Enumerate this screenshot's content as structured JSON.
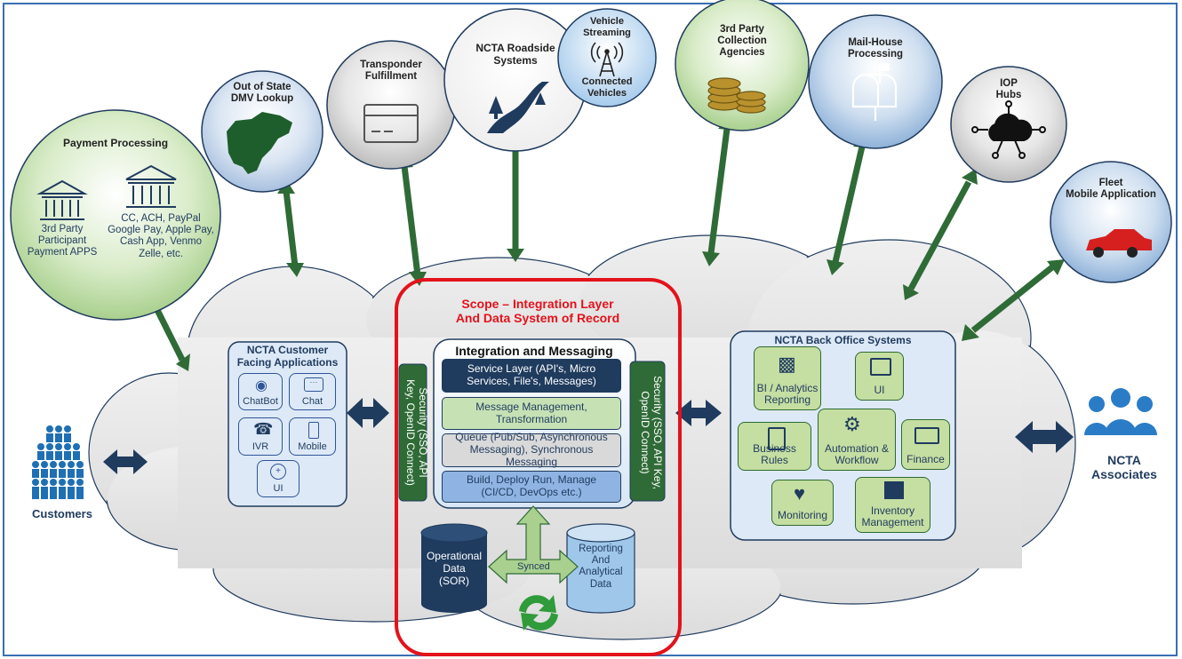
{
  "nodes": {
    "payment": {
      "title": "Payment Processing",
      "left_label": "3rd Party\nParticipant\nPayment APPS",
      "right_label": "CC, ACH, PayPal\nGoogle Pay, Apple Pay,\nCash App, Venmo\nZelle, etc."
    },
    "dmv": {
      "title": "Out of State\nDMV Lookup"
    },
    "transponder": {
      "title": "Transponder\nFulfillment"
    },
    "roadside": {
      "title": "NCTA Roadside\nSystems"
    },
    "vehicle": {
      "title_top": "Vehicle\nStreaming",
      "title_bottom": "Connected\nVehicles"
    },
    "collection": {
      "title": "3rd Party\nCollection\nAgencies"
    },
    "mailhouse": {
      "title": "Mail-House\nProcessing"
    },
    "iop": {
      "title": "IOP\nHubs"
    },
    "fleet": {
      "title": "Fleet\nMobile Application"
    }
  },
  "customer_apps": {
    "title": "NCTA Customer\nFacing Applications",
    "items": [
      "ChatBot",
      "Chat",
      "IVR",
      "Mobile",
      "UI"
    ]
  },
  "scope": {
    "title": "Scope – Integration Layer\nAnd Data System of Record",
    "integration_title": "Integration and Messaging",
    "layers": [
      "Service Layer (API's, Micro\nServices, File's, Messages)",
      "Message Management,\nTransformation",
      "Queue (Pub/Sub, Asynchronous\nMessaging), Synchronous\nMessaging",
      "Build, Deploy Run, Manage\n(CI/CD, DevOps etc.)"
    ],
    "security_left": "Security (SSO,   API\nKey, OpenID Connect)",
    "security_right": "Security (SSO,  API Key,\nOpenID Connect)",
    "operational_db": "Operational\nData\n(SOR)",
    "reporting_db": "Reporting\nAnd\nAnalytical\nData",
    "synced": "Synced"
  },
  "back_office": {
    "title": "NCTA  Back Office Systems",
    "items": [
      "BI / Analytics\nReporting",
      "UI",
      "Business Rules",
      "Automation &\nWorkflow",
      "Finance",
      "Monitoring",
      "Inventory\nManagement"
    ]
  },
  "customers": {
    "label": "Customers"
  },
  "associates": {
    "label": "NCTA\nAssociates"
  },
  "colors": {
    "scope_red": "#e3121b",
    "arrow_green": "#2f6b36",
    "navy": "#1f3b5e",
    "tile_green": "#c5dea2",
    "cloud_gray": "#e6e6e6"
  }
}
